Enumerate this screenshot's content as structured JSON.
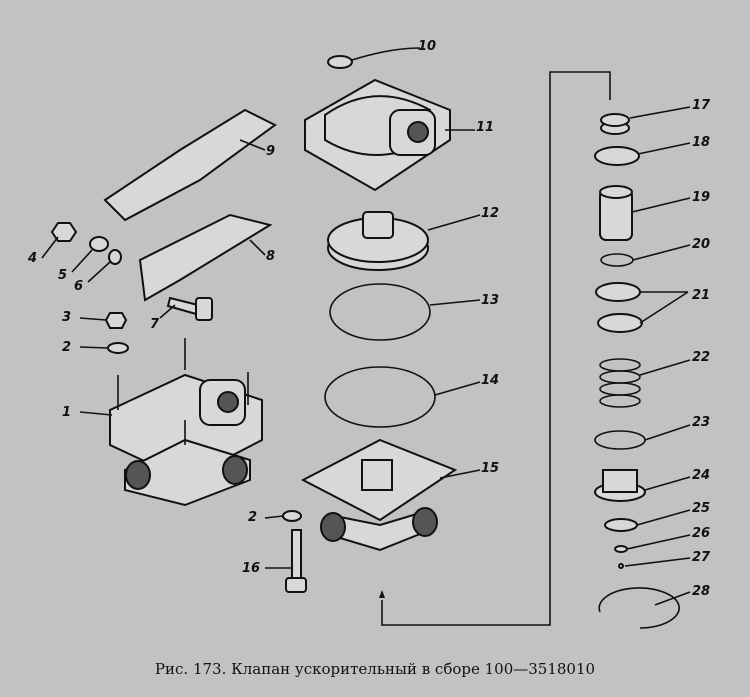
{
  "caption": "Рис. 173. Клапан ускорительный в сборе 100—3518010",
  "labels": [
    "1",
    "2",
    "2",
    "3",
    "4",
    "5",
    "6",
    "7",
    "8",
    "9",
    "10",
    "11",
    "12",
    "13",
    "14",
    "15",
    "16",
    "17",
    "18",
    "19",
    "20",
    "21",
    "22",
    "23",
    "24",
    "25",
    "26",
    "27",
    "28"
  ]
}
